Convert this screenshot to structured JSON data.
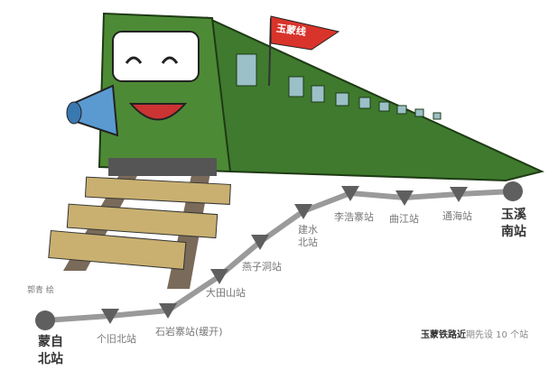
{
  "illustration": {
    "flag_text": "玉蒙线",
    "credit": "郭青 绘"
  },
  "route": {
    "stations": [
      {
        "name": "蒙自北站",
        "line1": "蒙自",
        "line2": "北站",
        "type": "terminal"
      },
      {
        "name": "个旧北站",
        "type": "stop"
      },
      {
        "name": "石岩寨站(缓开)",
        "type": "stop"
      },
      {
        "name": "大田山站",
        "type": "stop"
      },
      {
        "name": "燕子洞站",
        "type": "stop"
      },
      {
        "name": "建水北站",
        "line1": "建水",
        "line2": "北站",
        "type": "stop"
      },
      {
        "name": "李浩寨站",
        "type": "stop"
      },
      {
        "name": "曲江站",
        "type": "stop"
      },
      {
        "name": "通海站",
        "type": "stop"
      },
      {
        "name": "玉溪南站",
        "line1": "玉溪",
        "line2": "南站",
        "type": "terminal"
      }
    ],
    "caption_bold": "玉蒙铁路近",
    "caption_rest": "期先设 10 个站"
  },
  "colors": {
    "train": "#3f7a2e",
    "line": "#9a9a9a",
    "marker": "#5f5f5f",
    "flag": "#d9342b"
  }
}
